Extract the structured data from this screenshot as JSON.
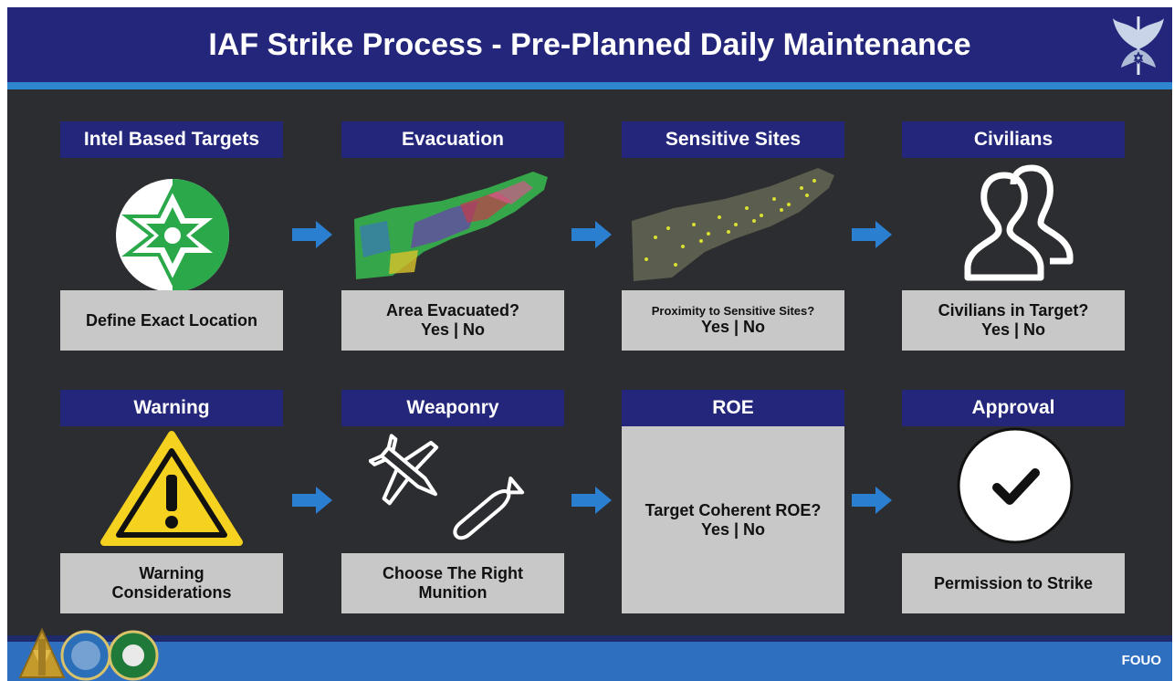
{
  "title": "IAF Strike Process - Pre-Planned Daily Maintenance",
  "footer": {
    "marking": "FOUO"
  },
  "colors": {
    "header": "#23267a",
    "accent_blue": "#2e86cf",
    "background": "#2c2d30",
    "box": "#c8c8c8",
    "arrow": "#2b7fd0"
  },
  "steps": [
    {
      "label": "Intel Based Targets",
      "lines": [
        "Define Exact Location"
      ],
      "icon": "intel-star-icon"
    },
    {
      "label": "Evacuation",
      "lines": [
        "Area Evacuated?",
        "Yes | No"
      ],
      "icon": "evacuation-map-icon"
    },
    {
      "label": "Sensitive Sites",
      "lines": [
        "Proximity to Sensitive Sites?",
        "Yes | No"
      ],
      "icon": "sensitive-sites-map-icon"
    },
    {
      "label": "Civilians",
      "lines": [
        "Civilians in Target?",
        "Yes | No"
      ],
      "icon": "civilians-icon"
    },
    {
      "label": "Warning",
      "lines": [
        "Warning",
        "Considerations"
      ],
      "icon": "warning-icon"
    },
    {
      "label": "Weaponry",
      "lines": [
        "Choose The Right",
        "Munition"
      ],
      "icon": "aircraft-bomb-icon"
    },
    {
      "label": "ROE",
      "lines": [
        "Target Coherent ROE?",
        "Yes | No"
      ],
      "icon": ""
    },
    {
      "label": "Approval",
      "lines": [
        "Permission to Strike"
      ],
      "icon": "checkmark-icon"
    }
  ]
}
